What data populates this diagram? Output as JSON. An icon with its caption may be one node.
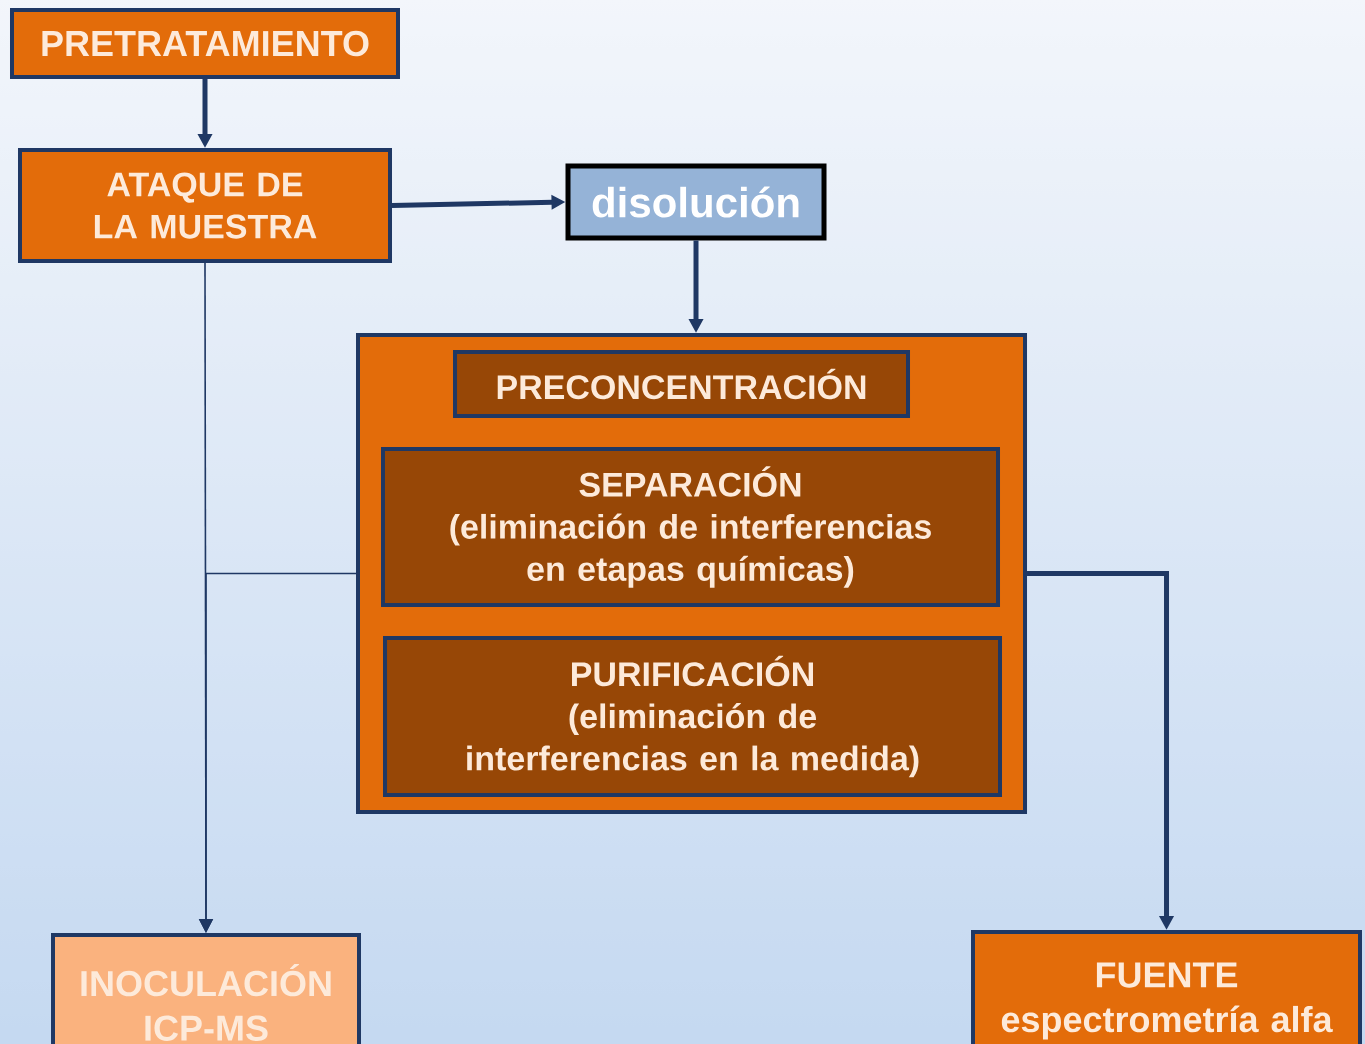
{
  "diagram": {
    "nodes": [
      {
        "text": [
          "PRETRATAMIENTO"
        ]
      },
      {
        "text": [
          "ATAQUE DE LA MUESTRA"
        ]
      },
      {
        "text": [
          "disolución"
        ]
      },
      {
        "text": [],
        "shape": "box"
      },
      {
        "text": [
          "PRECONCENTRACIÓN"
        ],
        "in": 3
      },
      {
        "text": [
          "SEPARACIÓN",
          "(eliminación de interferencias en etapas químicas)"
        ],
        "in": 3
      },
      {
        "text": [
          "PURIFICACIÓN",
          "(eliminación de interferencias en la medida)"
        ],
        "in": 3
      },
      {
        "text": [
          "INOCULACIÓN ICP-MS"
        ]
      },
      {
        "text": [
          "FUENTE",
          "espectrometría alfa"
        ]
      }
    ],
    "edges": [
      {
        "from": 0,
        "to": 1,
        "arrow": "to"
      },
      {
        "from": 1,
        "to": 2,
        "arrow": "to"
      },
      {
        "from": 2,
        "to": 3,
        "arrow": "to"
      },
      {
        "from": 1,
        "to": 7,
        "arrow": "to"
      },
      {
        "from": 3,
        "to": 7,
        "arrow": "to"
      },
      {
        "from": 3,
        "to": 8,
        "arrow": "to"
      }
    ]
  }
}
